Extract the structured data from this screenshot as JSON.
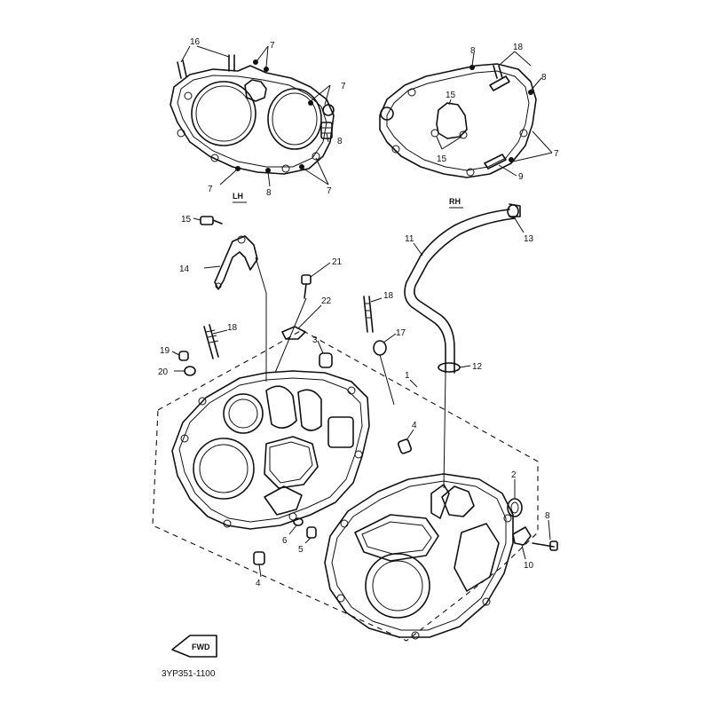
{
  "diagram": {
    "side_labels": {
      "left": "LH",
      "right": "RH"
    },
    "figure_code": "3YP351-1100",
    "fwd_arrow_text": "FWD",
    "callouts": [
      {
        "id": "c16a",
        "text": "16"
      },
      {
        "id": "c7a",
        "text": "7"
      },
      {
        "id": "c7b",
        "text": "7"
      },
      {
        "id": "c8a",
        "text": "8"
      },
      {
        "id": "c7c",
        "text": "7"
      },
      {
        "id": "c8b",
        "text": "8"
      },
      {
        "id": "c7d",
        "text": "7"
      },
      {
        "id": "c8c",
        "text": "8"
      },
      {
        "id": "c18a",
        "text": "18"
      },
      {
        "id": "c8d",
        "text": "8"
      },
      {
        "id": "c15a",
        "text": "15"
      },
      {
        "id": "c15b",
        "text": "15"
      },
      {
        "id": "c7e",
        "text": "7"
      },
      {
        "id": "c9",
        "text": "9"
      },
      {
        "id": "c15c",
        "text": "15"
      },
      {
        "id": "c13",
        "text": "13"
      },
      {
        "id": "c11",
        "text": "11"
      },
      {
        "id": "c14",
        "text": "14"
      },
      {
        "id": "c21",
        "text": "21"
      },
      {
        "id": "c22",
        "text": "22"
      },
      {
        "id": "c18b",
        "text": "18"
      },
      {
        "id": "c18c",
        "text": "18"
      },
      {
        "id": "c3",
        "text": "3"
      },
      {
        "id": "c17",
        "text": "17"
      },
      {
        "id": "c19",
        "text": "19"
      },
      {
        "id": "c20",
        "text": "20"
      },
      {
        "id": "c12",
        "text": "12"
      },
      {
        "id": "c1",
        "text": "1"
      },
      {
        "id": "c4a",
        "text": "4"
      },
      {
        "id": "c2",
        "text": "2"
      },
      {
        "id": "c8e",
        "text": "8"
      },
      {
        "id": "c6",
        "text": "6"
      },
      {
        "id": "c5",
        "text": "5"
      },
      {
        "id": "c10",
        "text": "10"
      },
      {
        "id": "c4b",
        "text": "4"
      }
    ]
  }
}
